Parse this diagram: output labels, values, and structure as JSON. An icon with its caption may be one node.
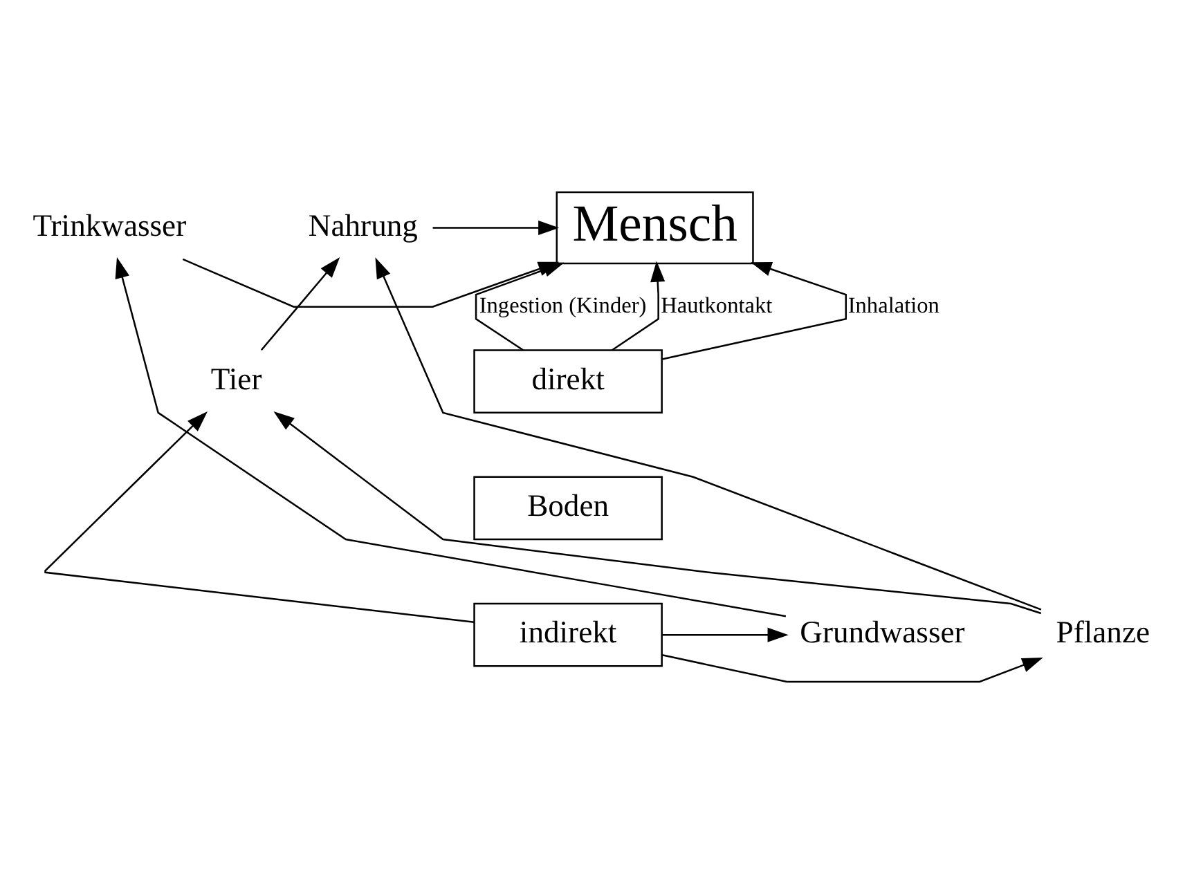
{
  "diagram": {
    "nodes": [
      {
        "text": [
          "Mensch"
        ]
      },
      {
        "text": [
          "Nahrung"
        ]
      },
      {
        "text": [
          "Trinkwasser"
        ]
      },
      {
        "text": [
          "Tier"
        ]
      },
      {
        "text": [
          "direkt"
        ]
      },
      {
        "text": [
          "Boden"
        ]
      },
      {
        "text": [
          "indirekt"
        ]
      },
      {
        "text": [
          "Pflanze"
        ]
      },
      {
        "text": [
          "Grundwasser"
        ]
      }
    ],
    "edges": [
      {
        "from": 1,
        "to": 0,
        "arrow": "to"
      },
      {
        "from": 2,
        "to": 0,
        "arrow": "to"
      },
      {
        "from": 4,
        "to": 0,
        "arrow": "to",
        "label": "Inhalation"
      },
      {
        "from": 4,
        "to": 0,
        "arrow": "to",
        "label": "Ingestion (Kinder)"
      },
      {
        "from": 4,
        "to": 0,
        "arrow": "to",
        "label": "Hautkontakt"
      },
      {
        "from": 6,
        "to": 7,
        "arrow": "to"
      },
      {
        "from": 6,
        "to": 3,
        "arrow": "to"
      },
      {
        "from": 6,
        "to": 8,
        "arrow": "to"
      },
      {
        "from": 7,
        "to": 1,
        "arrow": "to"
      },
      {
        "from": 7,
        "to": 3,
        "arrow": "to"
      },
      {
        "from": 3,
        "to": 1,
        "arrow": "to"
      },
      {
        "from": 8,
        "to": 2,
        "arrow": "to"
      }
    ]
  }
}
